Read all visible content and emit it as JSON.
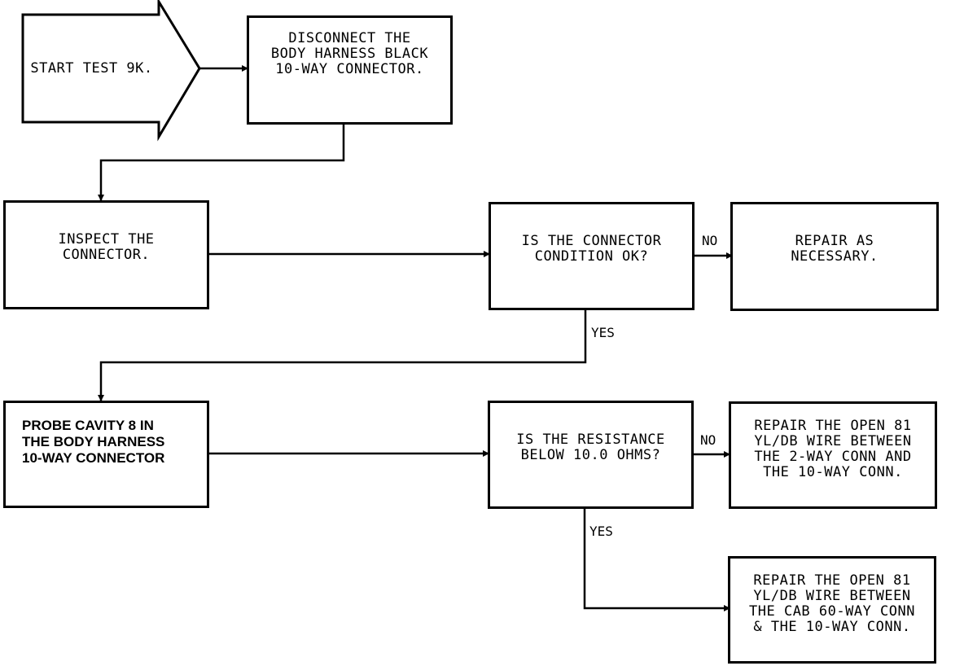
{
  "flowchart": {
    "start": "START TEST 9K.",
    "step_disconnect": "DISCONNECT THE\nBODY HARNESS BLACK\n10-WAY CONNECTOR.",
    "step_inspect": "INSPECT THE\nCONNECTOR.",
    "decision_condition": "IS THE CONNECTOR\nCONDITION OK?",
    "action_repair_necessary": "REPAIR AS\nNECESSARY.",
    "step_probe": "PROBE CAVITY 8 IN\nTHE BODY HARNESS\n10-WAY CONNECTOR",
    "decision_resistance": "IS THE RESISTANCE\nBELOW 10.0 OHMS?",
    "action_repair_2way": "REPAIR THE OPEN 81\nYL/DB WIRE BETWEEN\nTHE 2-WAY CONN AND\nTHE 10-WAY CONN.",
    "action_repair_cab": "REPAIR THE OPEN 81\nYL/DB WIRE BETWEEN\nTHE CAB 60-WAY CONN\n& THE 10-WAY CONN.",
    "label_no_1": "NO",
    "label_yes_1": "YES",
    "label_no_2": "NO",
    "label_yes_2": "YES"
  },
  "colors": {
    "line": "#000000",
    "background": "#ffffff"
  }
}
